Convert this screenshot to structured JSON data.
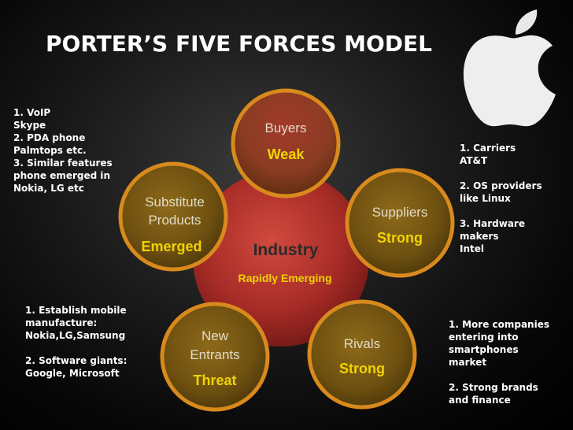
{
  "title": "PORTER’S FIVE FORCES MODEL",
  "colors": {
    "background": "#050505",
    "industry_circle": "#b2322c",
    "force_circle": "#7a5a14",
    "force_ring": "#d98a1c",
    "name_text": "#e2dcc6",
    "status_text": "#f0d400"
  },
  "icons": {
    "logo": "apple-logo-icon"
  },
  "industry": {
    "name": "Industry",
    "status": "Rapidly Emerging"
  },
  "forces": {
    "buyers": {
      "name": "Buyers",
      "status": "Weak"
    },
    "suppliers": {
      "name": "Suppliers",
      "status": "Strong"
    },
    "rivals": {
      "name": "Rivals",
      "status": "Strong"
    },
    "new_entrants": {
      "name_line1": "New",
      "name_line2": "Entrants",
      "status": "Threat"
    },
    "substitutes": {
      "name_line1": "Substitute",
      "name_line2": "Products",
      "status": "Emerged"
    }
  },
  "notes": {
    "substitutes": [
      "1. VoIP",
      "Skype",
      "2. PDA phone",
      "Palmtops etc.",
      "3. Similar features",
      "phone emerged in",
      "Nokia, LG etc"
    ],
    "suppliers": [
      "1. Carriers",
      "AT&T",
      "",
      "2. OS providers",
      "like Linux",
      "",
      "3. Hardware",
      "makers",
      "Intel"
    ],
    "new_entrants": [
      "1. Establish mobile",
      "manufacture:",
      "Nokia,LG,Samsung",
      "",
      "2. Software giants:",
      "Google, Microsoft"
    ],
    "rivals": [
      "1. More companies",
      "entering into",
      "smartphones",
      "market",
      "",
      "2. Strong brands",
      "and finance"
    ]
  }
}
